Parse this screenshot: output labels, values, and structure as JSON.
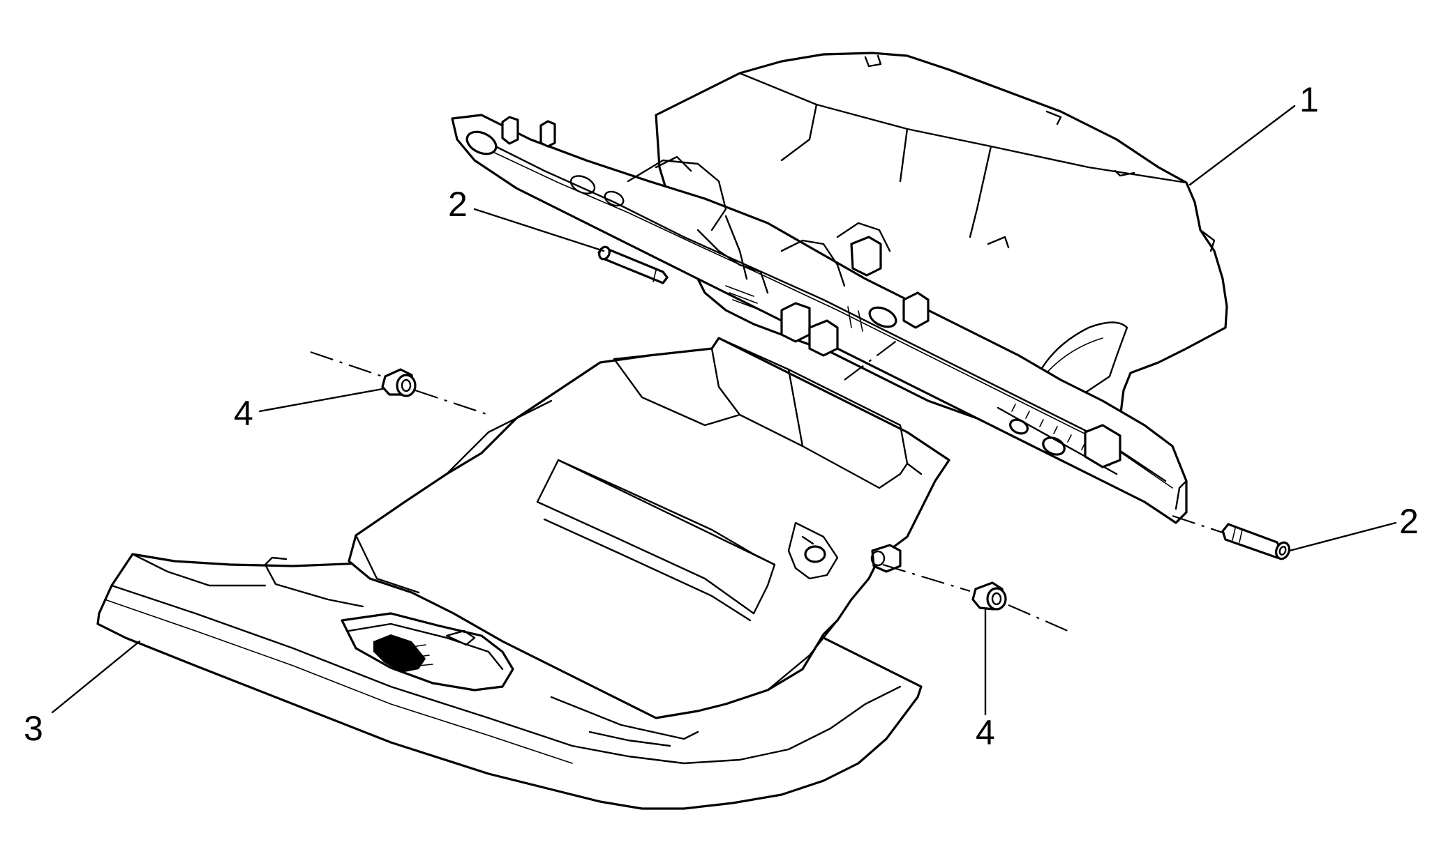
{
  "diagram": {
    "callouts": [
      {
        "id": "c1",
        "label": "1"
      },
      {
        "id": "c2a",
        "label": "2"
      },
      {
        "id": "c2b",
        "label": "2"
      },
      {
        "id": "c3",
        "label": "3"
      },
      {
        "id": "c4a",
        "label": "4"
      },
      {
        "id": "c4b",
        "label": "4"
      }
    ],
    "parts": [
      {
        "callout": "1",
        "icon": "glove-box-housing"
      },
      {
        "callout": "2",
        "icon": "pivot-pin"
      },
      {
        "callout": "3",
        "icon": "glove-box-door"
      },
      {
        "callout": "4",
        "icon": "bushing"
      }
    ]
  }
}
